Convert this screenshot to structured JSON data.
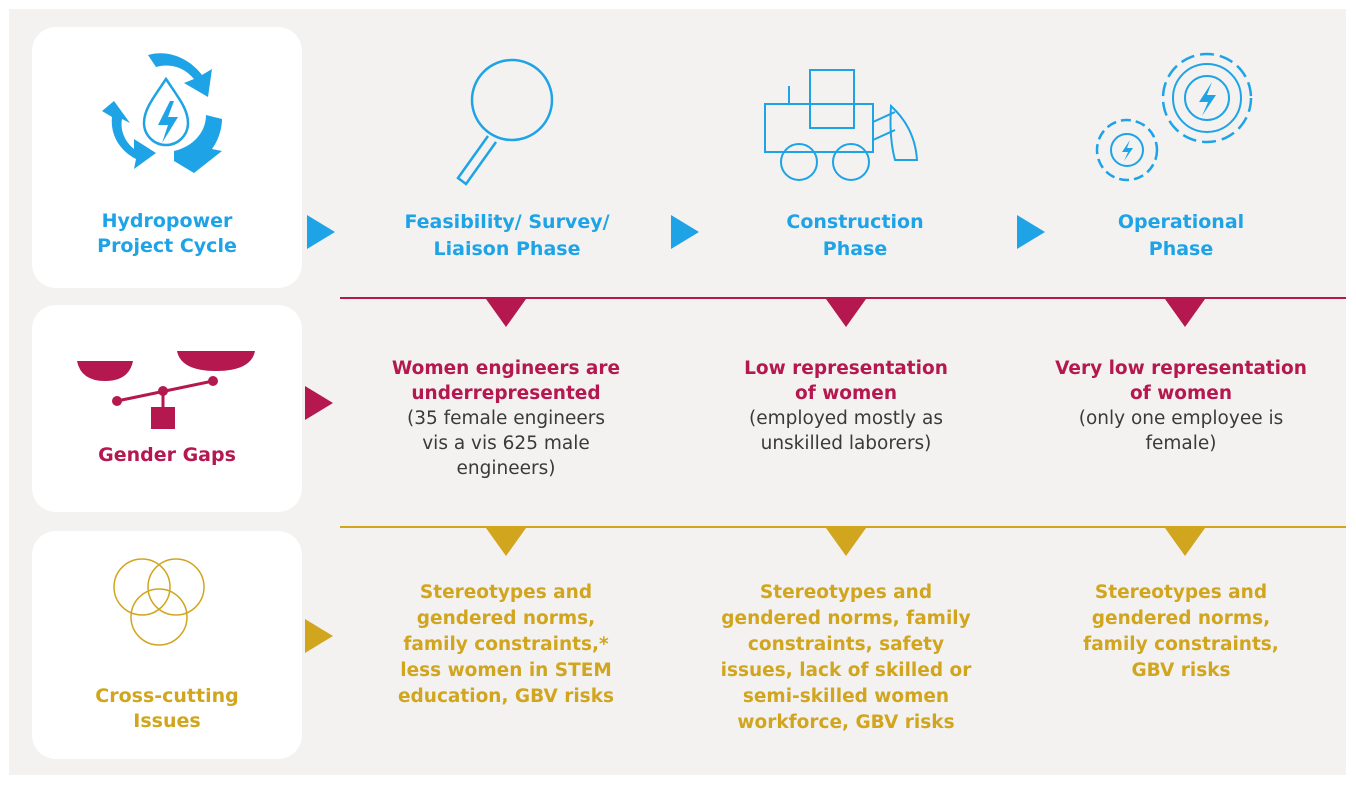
{
  "rows": {
    "cycle": {
      "label_line1": "Hydropower",
      "label_line2": "Project Cycle",
      "icon": "hydropower-cycle-icon"
    },
    "gaps": {
      "label": "Gender Gaps",
      "icon": "balance-scale-icon"
    },
    "issues": {
      "label_line1": "Cross-cutting",
      "label_line2": "Issues",
      "icon": "overlapping-circles-icon"
    }
  },
  "phases": [
    {
      "line1": "Feasibility/ Survey/",
      "line2": "Liaison Phase",
      "icon": "magnifier-icon"
    },
    {
      "line1": "Construction",
      "line2": "Phase",
      "icon": "bulldozer-icon"
    },
    {
      "line1": "Operational",
      "line2": "Phase",
      "icon": "gears-icon"
    }
  ],
  "gender_gaps": [
    {
      "head1": "Women engineers are",
      "head2": "underrepresented",
      "detail1": "(35 female engineers",
      "detail2": "vis a vis 625 male",
      "detail3": "engineers)"
    },
    {
      "head1": "Low representation",
      "head2": "of women",
      "detail1": "(employed mostly as",
      "detail2": "unskilled laborers)",
      "detail3": ""
    },
    {
      "head1": "Very low representation",
      "head2": "of women",
      "detail1": "(only one employee is",
      "detail2": "female)",
      "detail3": ""
    }
  ],
  "cross_cutting": [
    {
      "l1": "Stereotypes and",
      "l2": "gendered norms,",
      "l3": "family constraints,*",
      "l4": "less women in STEM",
      "l5": "education, GBV risks",
      "l6": ""
    },
    {
      "l1": "Stereotypes and",
      "l2": "gendered norms, family",
      "l3": "constraints, safety",
      "l4": "issues, lack of skilled or",
      "l5": "semi-skilled women",
      "l6": "workforce, GBV risks"
    },
    {
      "l1": "Stereotypes and",
      "l2": "gendered norms,",
      "l3": "family constraints,",
      "l4": "GBV risks",
      "l5": "",
      "l6": ""
    }
  ],
  "colors": {
    "blue": "#1ea3e6",
    "magenta": "#b5174f",
    "gold": "#d1a51e",
    "background": "#f3f2f1"
  }
}
